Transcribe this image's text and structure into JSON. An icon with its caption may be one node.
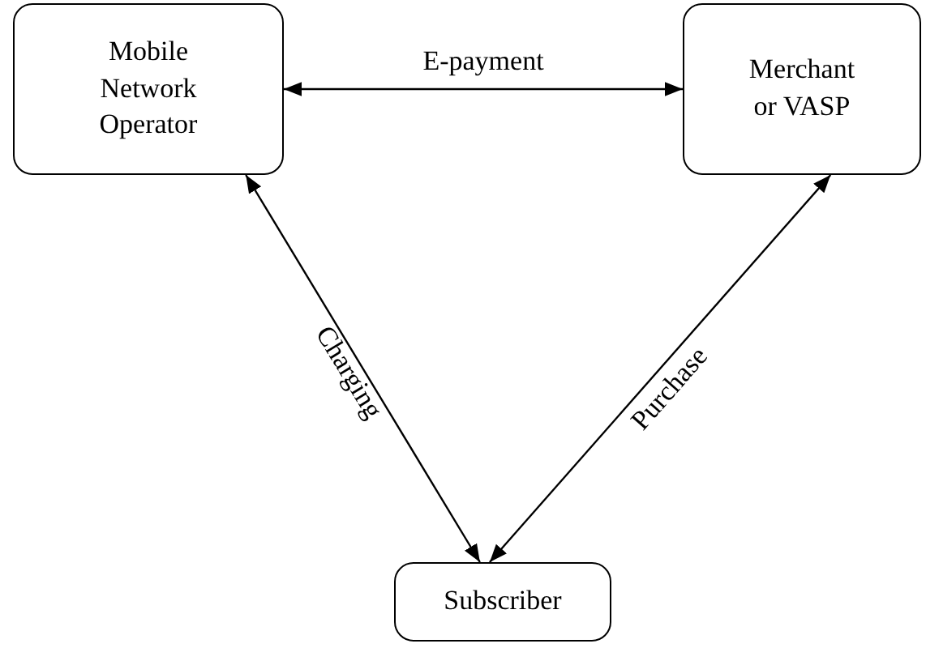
{
  "diagram": {
    "nodes": [
      {
        "text": [
          "Mobile Network Operator"
        ]
      },
      {
        "text": [
          "Merchant or VASP"
        ]
      },
      {
        "text": [
          "Subscriber"
        ]
      }
    ],
    "edges": [
      {
        "from": 0,
        "to": 1,
        "arrow": "both",
        "label": "E-payment"
      },
      {
        "from": 0,
        "to": 2,
        "arrow": "both",
        "label": "Charging"
      },
      {
        "from": 1,
        "to": 2,
        "arrow": "both",
        "label": "Purchase"
      }
    ]
  }
}
